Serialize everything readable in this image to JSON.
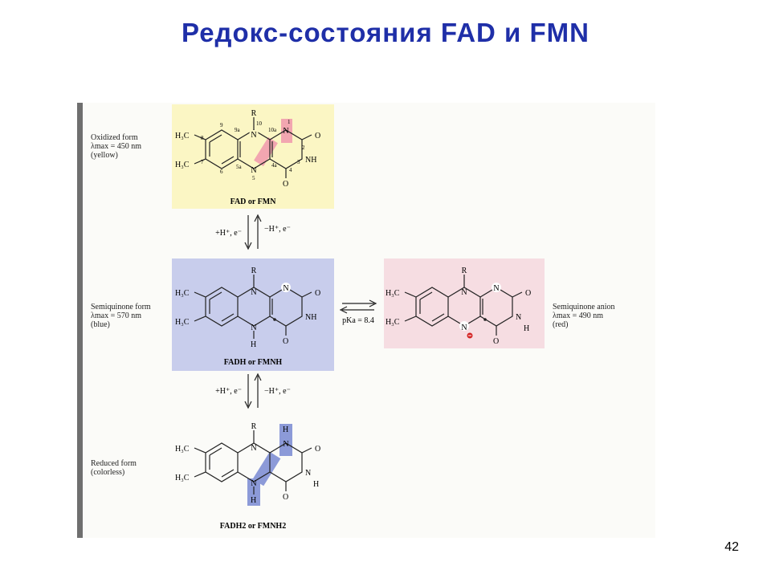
{
  "slide": {
    "title": "Редокс-состояния FAD и FMN",
    "page_number": "42"
  },
  "states": {
    "oxidized": {
      "description": [
        "Oxidized form",
        "λmax = 450 nm",
        "(yellow)"
      ],
      "name": "FAD or FMN",
      "color": "#fbf6c4"
    },
    "semiquinone": {
      "description": [
        "Semiquinone form",
        "λmax = 570 nm",
        "(blue)"
      ],
      "name": "FADH or FMNH",
      "color": "#c8cdec"
    },
    "semiquinone_anion": {
      "description": [
        "Semiquinone anion",
        "λmax = 490 nm",
        "(red)"
      ],
      "color": "#f6dde2"
    },
    "reduced": {
      "description": [
        "Reduced form",
        "(colorless)"
      ],
      "name": "FADH2 or FMNH2"
    }
  },
  "arrows": {
    "ox_to_semi": {
      "forward": "+H⁺, e⁻",
      "backward": "−H⁺, e⁻"
    },
    "semi_to_red": {
      "forward": "+H⁺, e⁻",
      "backward": "−H⁺, e⁻"
    },
    "semi_to_anion": {
      "label": "pKa = 8.4"
    }
  },
  "highlight_colors": {
    "oxidized": "#f2a6b0",
    "reduced": "#8c9ad8"
  }
}
